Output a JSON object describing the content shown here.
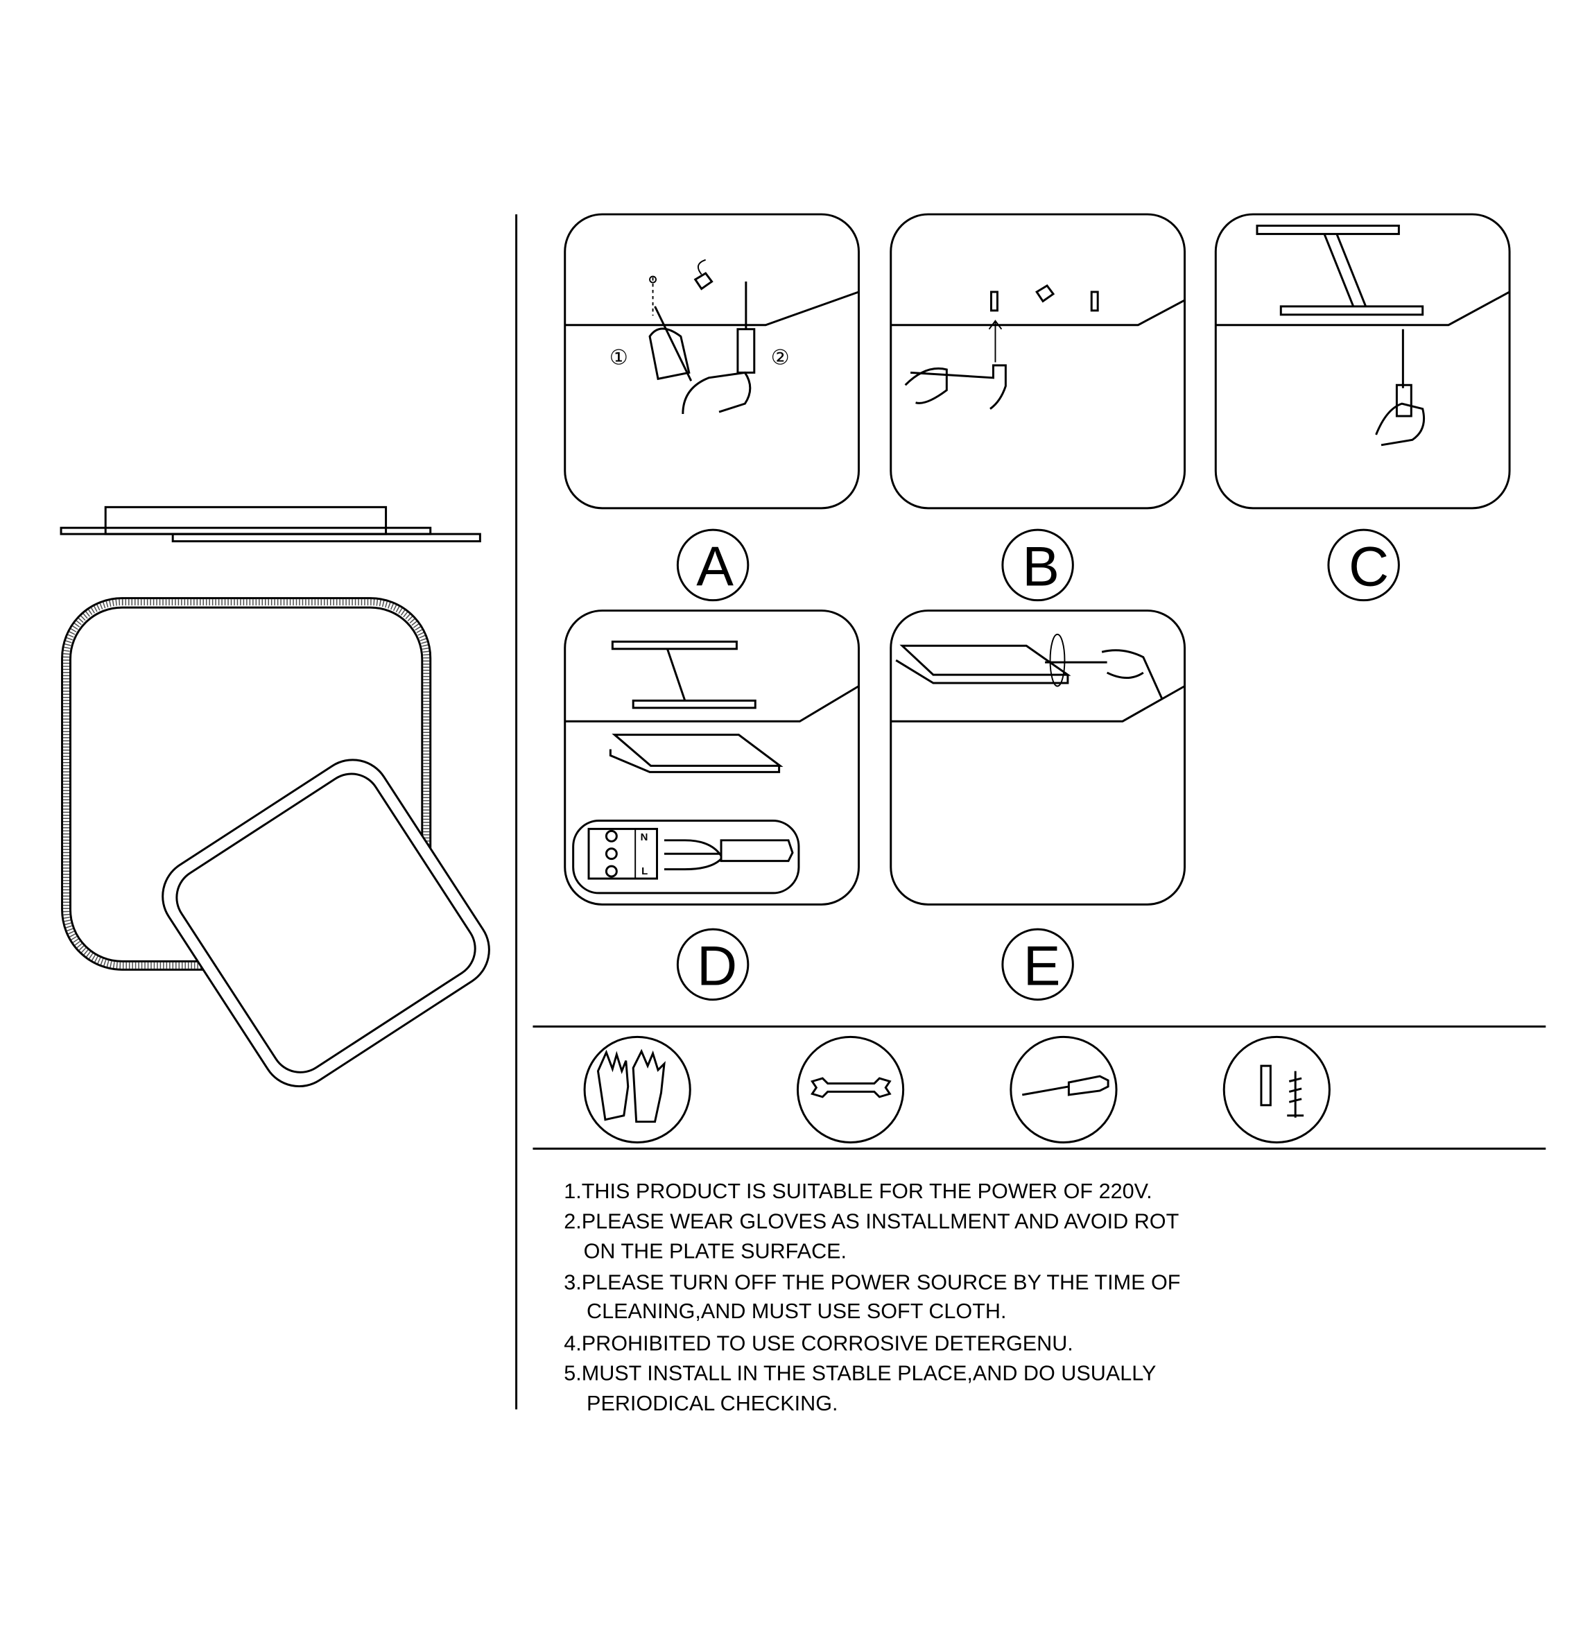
{
  "steps": [
    {
      "label": "A",
      "markers": [
        "①",
        "②"
      ]
    },
    {
      "label": "B"
    },
    {
      "label": "C"
    },
    {
      "label": "D",
      "wiring_labels": [
        "N",
        "L"
      ]
    },
    {
      "label": "E"
    }
  ],
  "tools": [
    "gloves-icon",
    "wrench-icon",
    "screwdriver-icon",
    "anchor-screw-icon"
  ],
  "notes": [
    "1.THIS PRODUCT IS SUITABLE FOR THE POWER OF 220V.",
    "2.PLEASE WEAR GLOVES AS INSTALLMENT AND AVOID ROT",
    "ON THE PLATE SURFACE.",
    "3.PLEASE TURN OFF THE POWER SOURCE BY THE TIME OF",
    "CLEANING,AND MUST USE SOFT CLOTH.",
    "4.PROHIBITED TO USE CORROSIVE DETERGENU.",
    "5.MUST INSTALL IN THE STABLE PLACE,AND DO USUALLY",
    "PERIODICAL CHECKING."
  ]
}
